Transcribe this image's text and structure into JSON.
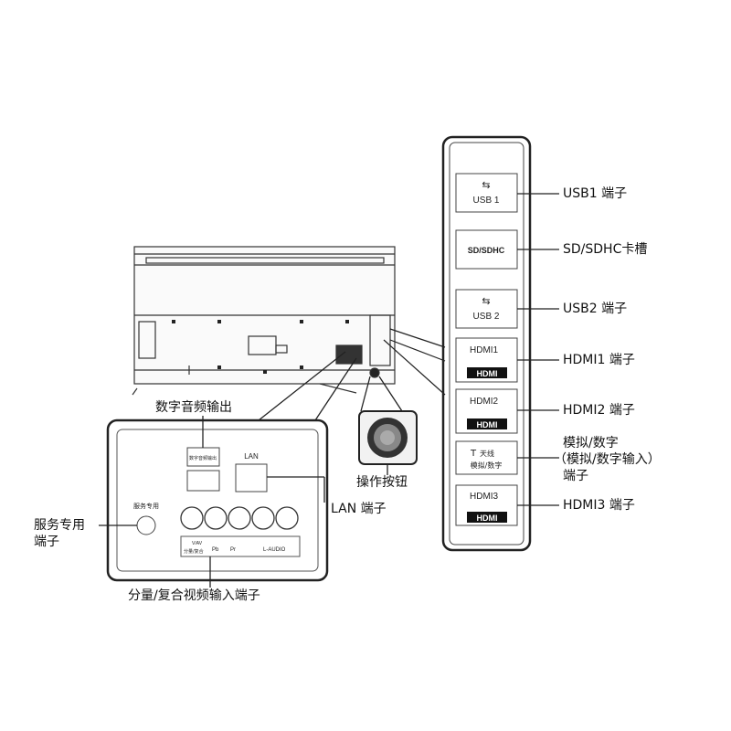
{
  "right_panel": {
    "usb1": {
      "port_text": "USB 1",
      "label": "USB1 端子"
    },
    "sd": {
      "port_text": "SD/SDHC",
      "label": "SD/SDHC卡槽"
    },
    "usb2": {
      "port_text": "USB 2",
      "label": "USB2 端子"
    },
    "hdmi1": {
      "port_text": "HDMI1",
      "logo": "HDMI",
      "label": "HDMI1 端子"
    },
    "hdmi2": {
      "port_text": "HDMI2",
      "logo": "HDMI",
      "label": "HDMI2 端子"
    },
    "antenna": {
      "port_text_1": "天线",
      "port_text_2": "模拟/数字",
      "label_line1": "模拟/数字",
      "label_line2": "（模拟/数字输入）",
      "label_line3": "端子"
    },
    "hdmi3": {
      "port_text": "HDMI3",
      "logo": "HDMI",
      "label": "HDMI3 端子"
    }
  },
  "left_panel": {
    "digital_audio_label": "数字音频输出",
    "digital_audio_port_text": "数字音频输出",
    "lan_port_text": "LAN",
    "service_port_text": "服务专用",
    "component_port_text_1": "V/AV",
    "component_port_text_2": "分量/复合",
    "component_port_text_3": "Pb",
    "component_port_text_4": "Pr",
    "component_port_text_5": "L-AUDIO",
    "lan_label": "LAN 端子",
    "service_label_line1": "服务专用",
    "service_label_line2": "端子",
    "component_label": "分量/复合视频输入端子"
  },
  "button": {
    "label": "操作按钮"
  }
}
